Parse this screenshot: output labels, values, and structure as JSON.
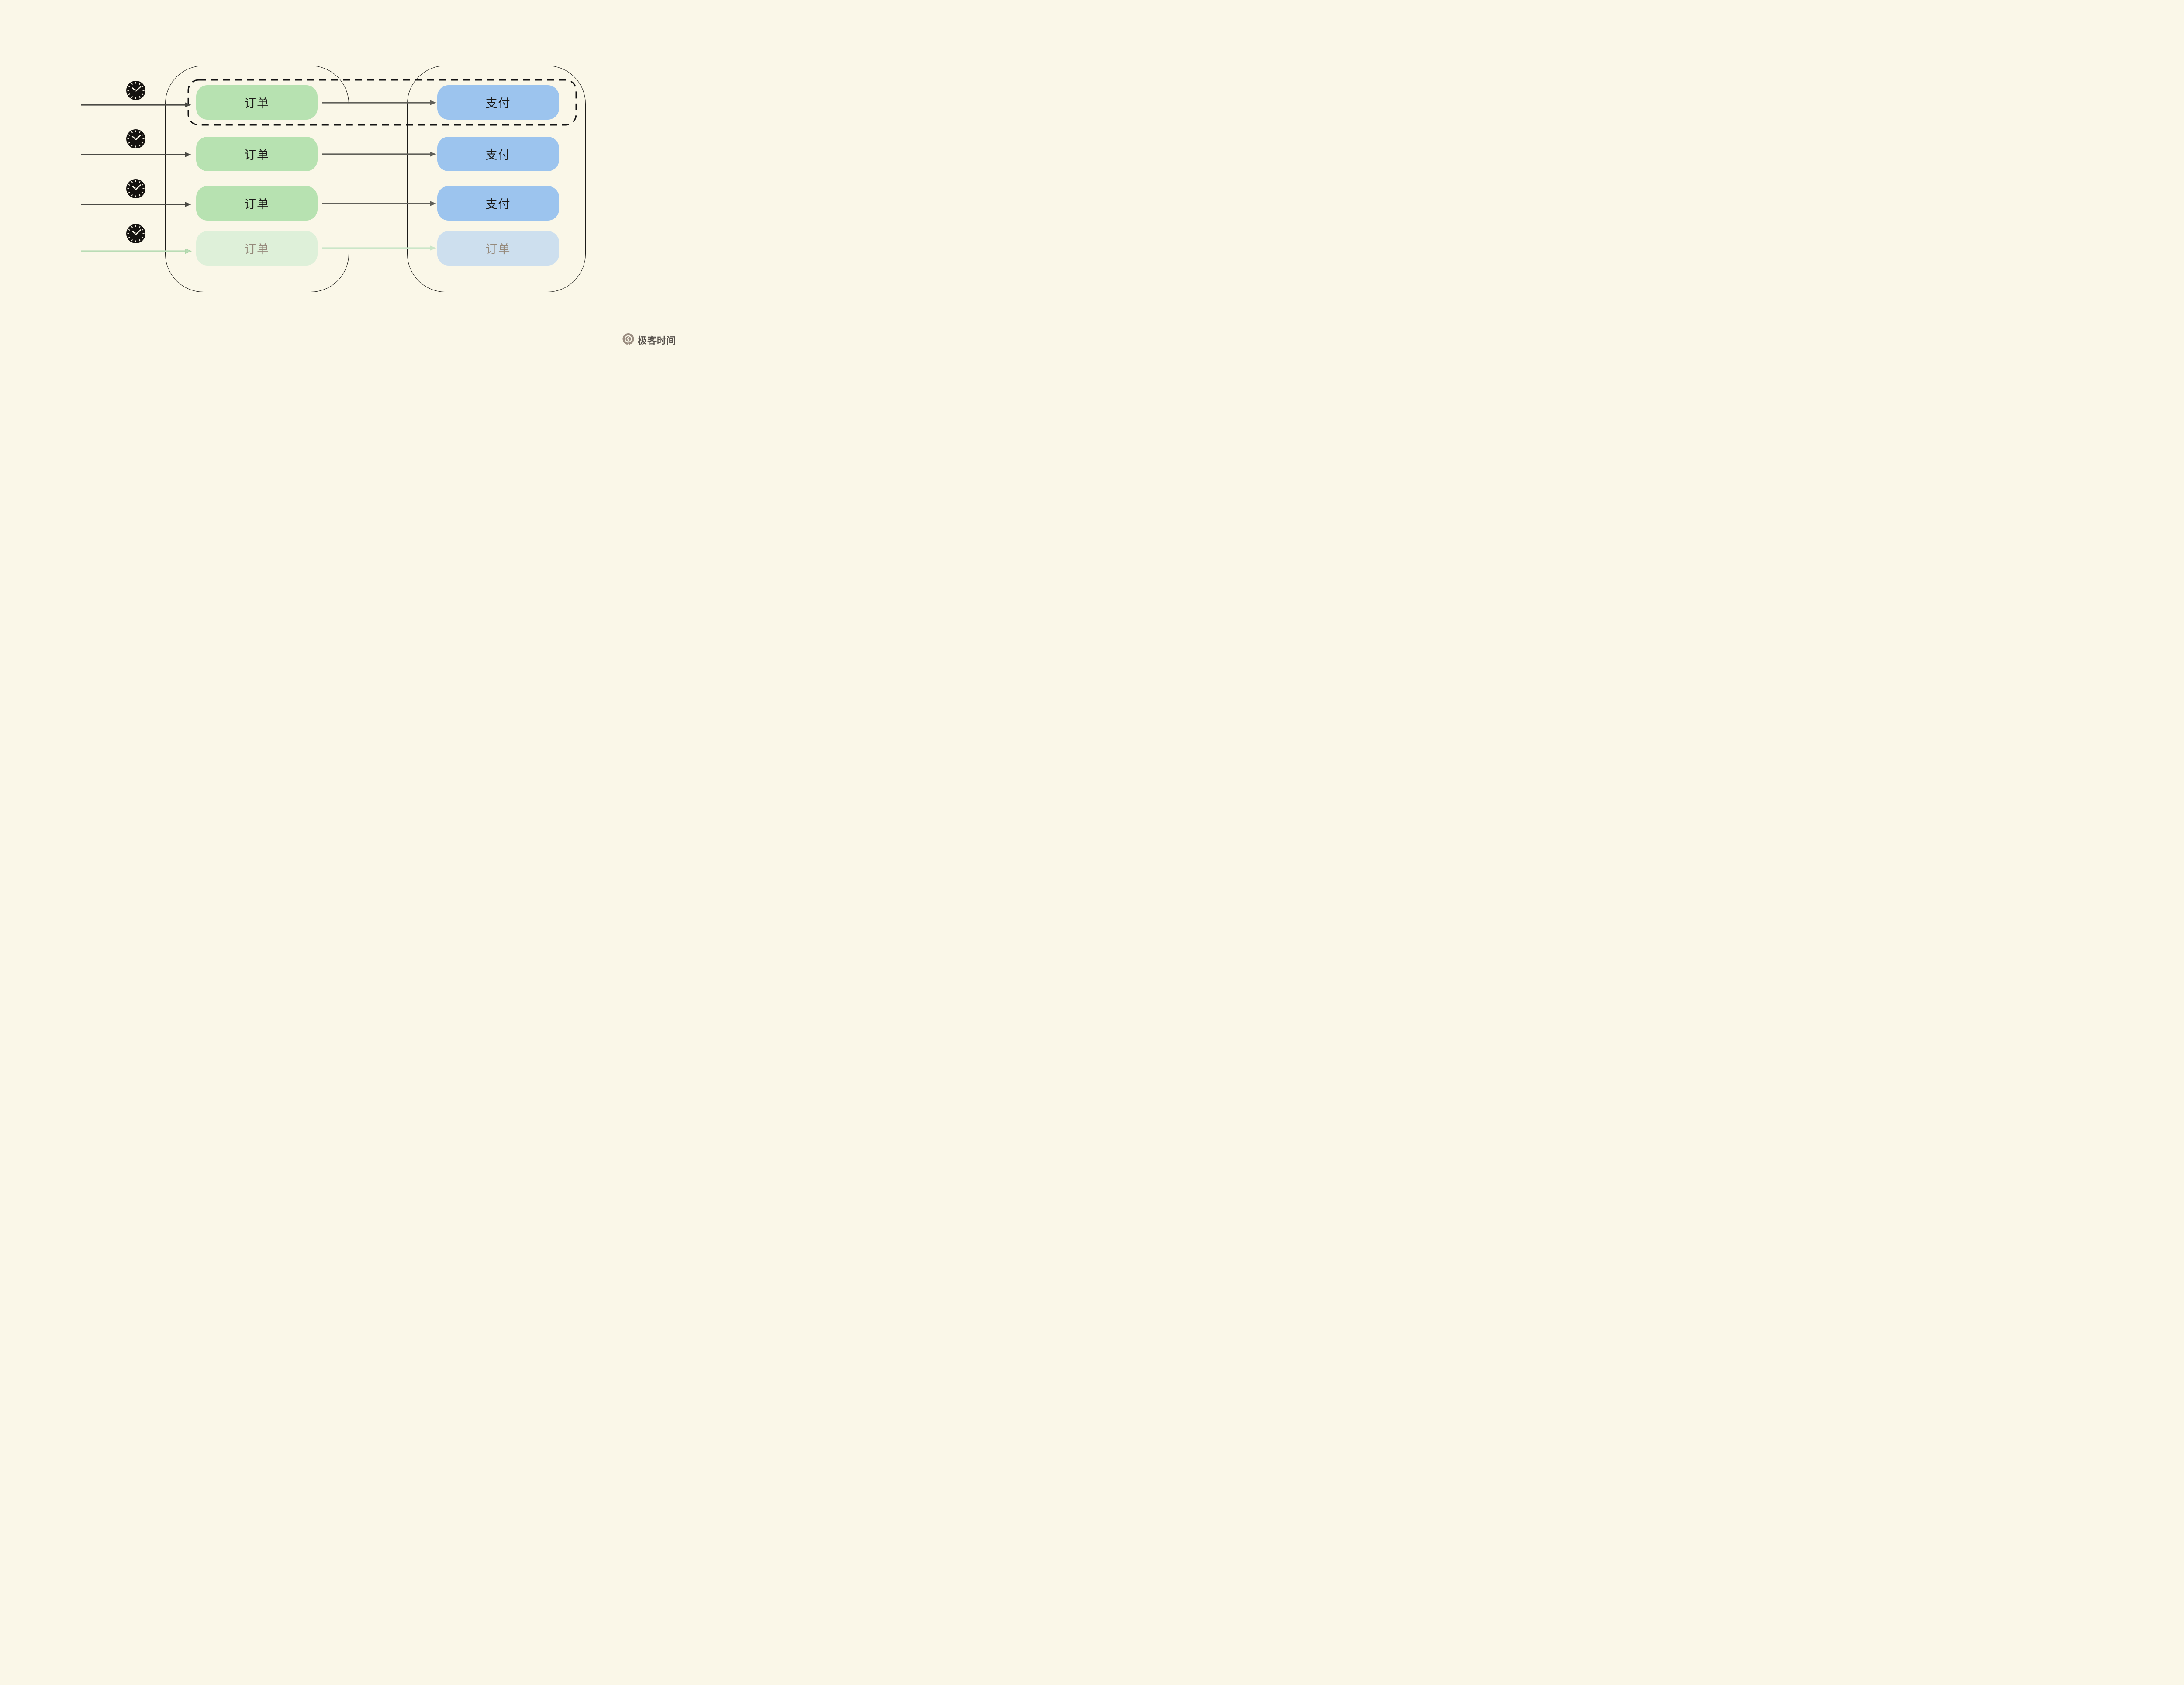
{
  "page": {
    "background_color": "#faf7e8",
    "description_labels": {
      "clock_icon": "clock-icon",
      "dashed_highlight": "dashed-transaction-scope"
    }
  },
  "diagram": {
    "rows": [
      {
        "source_label": "订单",
        "target_label": "支付",
        "faded": false,
        "highlighted": true
      },
      {
        "source_label": "订单",
        "target_label": "支付",
        "faded": false,
        "highlighted": false
      },
      {
        "source_label": "订单",
        "target_label": "支付",
        "faded": false,
        "highlighted": false
      },
      {
        "source_label": "订单",
        "target_label": "订单",
        "faded": true,
        "highlighted": false
      }
    ],
    "colors": {
      "background": "#faf7e8",
      "container_border": "#1b1b18",
      "dashed_border": "#141414",
      "pill_green": "#b7e2b1",
      "pill_green_faded": "#def0d9",
      "pill_blue": "#9cc4ee",
      "pill_blue_faded": "#cddfee",
      "text_dark": "#1b1a17",
      "text_faded": "#95897b",
      "arrow_dark": "#4a4a44",
      "arrow_connector": "#5f5f58",
      "arrow_green": "#b9dcb5",
      "clock_fill": "#14120f",
      "clock_marks": "#f7f3e4"
    }
  },
  "branding": {
    "logo_text": "极客时间",
    "logo_mark_color": "#9a8d80",
    "logo_text_color": "#56514b"
  }
}
